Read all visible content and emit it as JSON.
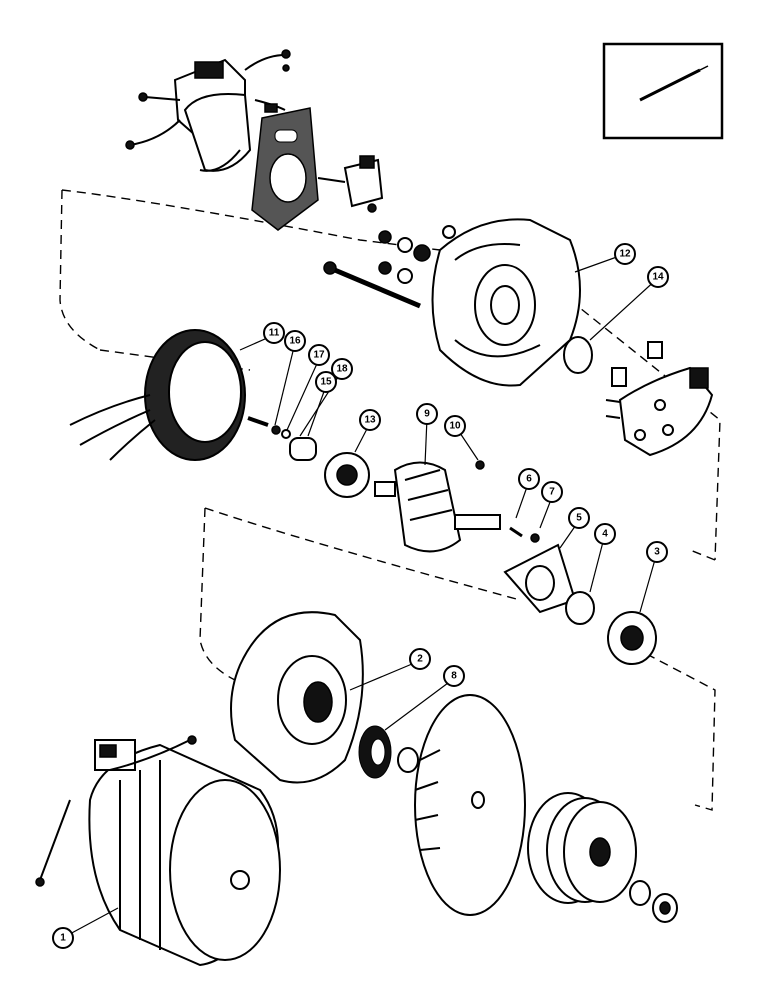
{
  "diagram": {
    "type": "exploded-parts-view",
    "callouts": [
      "1",
      "2",
      "3",
      "4",
      "5",
      "6",
      "7",
      "8",
      "9",
      "10",
      "11",
      "12",
      "13",
      "14",
      "15",
      "16",
      "17",
      "18"
    ],
    "colors": {
      "ink": "#000000",
      "paper": "#ffffff",
      "shade": "#111111"
    }
  }
}
